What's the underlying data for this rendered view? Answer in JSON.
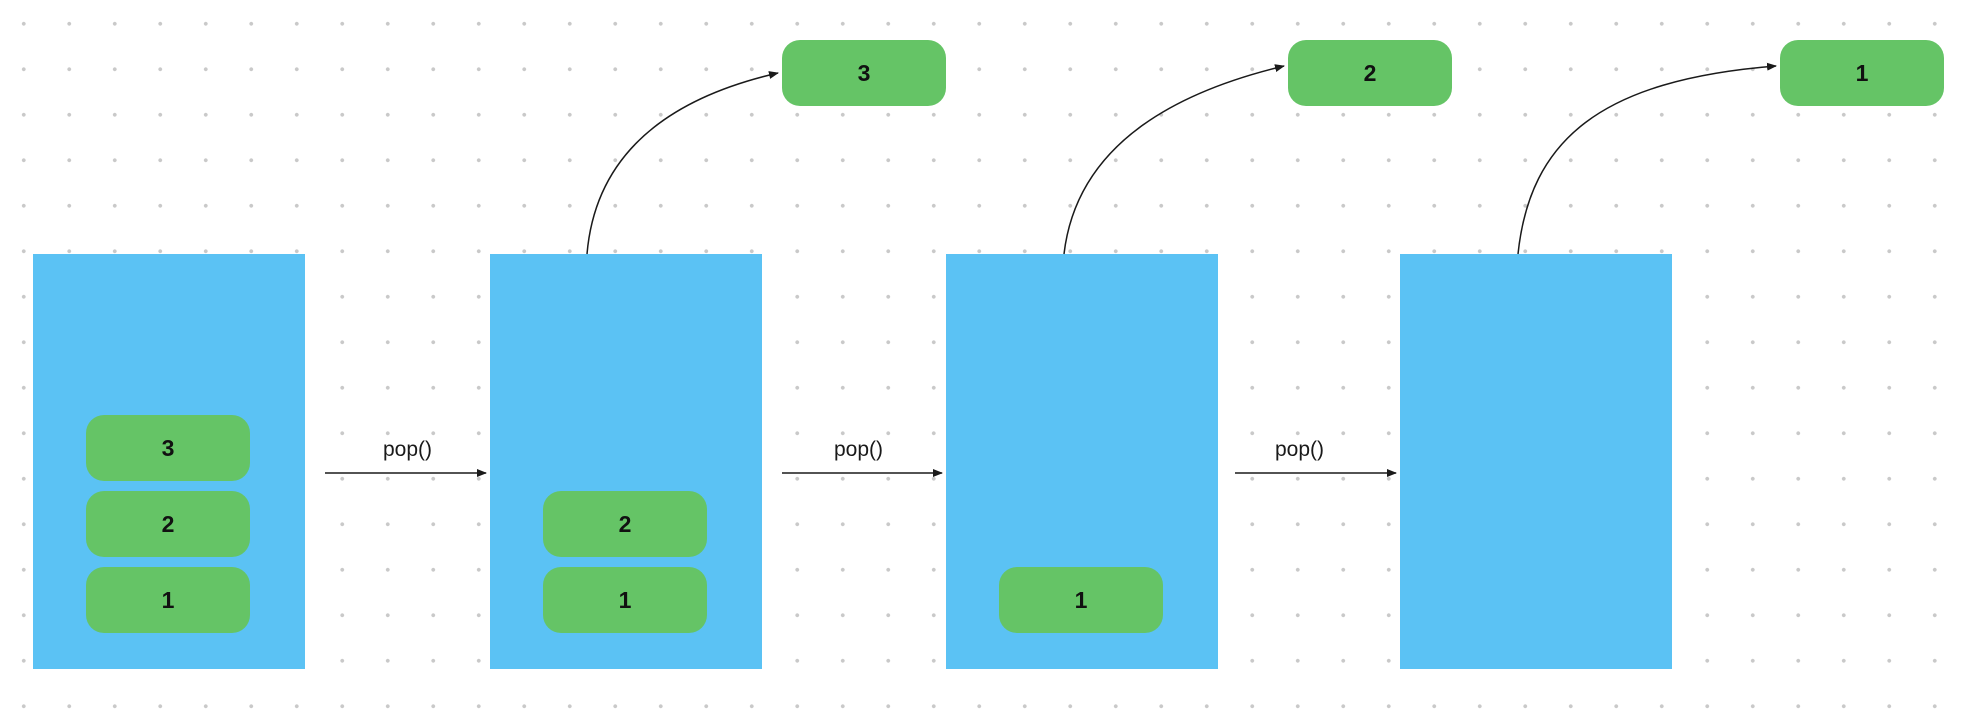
{
  "stacks": [
    {
      "items": [
        "3",
        "2",
        "1"
      ]
    },
    {
      "items": [
        "2",
        "1"
      ]
    },
    {
      "items": [
        "1"
      ]
    },
    {
      "items": []
    }
  ],
  "operation_label": "pop()",
  "popped": [
    "3",
    "2",
    "1"
  ],
  "colors": {
    "stack": "#5bc2f4",
    "item": "#65c466",
    "arrow": "#1a1a1a",
    "dot": "#c9c9c9"
  }
}
